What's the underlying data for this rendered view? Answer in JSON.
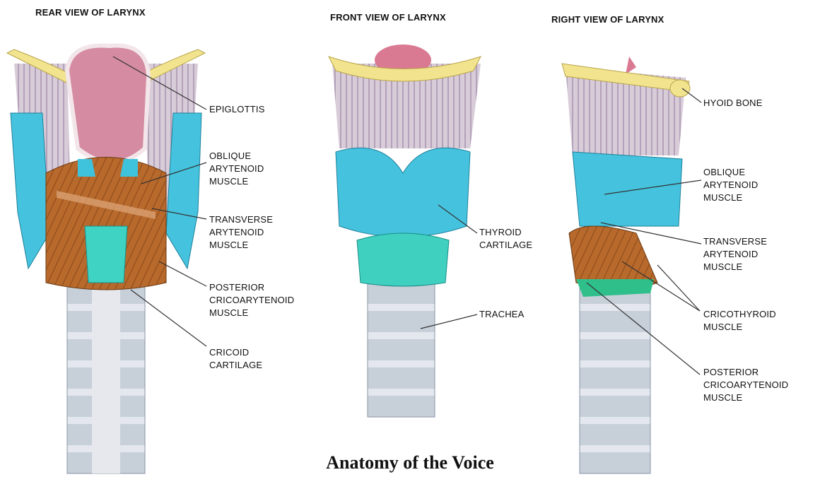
{
  "titles": {
    "rear": "REAR VIEW OF LARYNX",
    "front": "FRONT VIEW OF LARYNX",
    "right": "RIGHT VIEW OF LARYNX"
  },
  "labels": {
    "rear": {
      "epiglottis": [
        "EPIGLOTTIS"
      ],
      "oblique": [
        "OBLIQUE",
        "ARYTENOID",
        "MUSCLE"
      ],
      "transverse": [
        "TRANSVERSE",
        "ARYTENOID",
        "MUSCLE"
      ],
      "posterior": [
        "POSTERIOR",
        "CRICOARYTENOID",
        "MUSCLE"
      ],
      "cricoid": [
        "CRICOID",
        "CARTILAGE"
      ]
    },
    "front": {
      "thyroid": [
        "THYROID",
        "CARTILAGE"
      ],
      "trachea": [
        "TRACHEA"
      ]
    },
    "right": {
      "hyoid": [
        "HYOID BONE"
      ],
      "oblique": [
        "OBLIQUE",
        "ARYTENOID",
        "MUSCLE"
      ],
      "transverse": [
        "TRANSVERSE",
        "ARYTENOID",
        "MUSCLE"
      ],
      "cricothyroid": [
        "CRICOTHYROID",
        "MUSCLE"
      ],
      "posterior": [
        "POSTERIOR",
        "CRICOARYTENOID",
        "MUSCLE"
      ]
    }
  },
  "caption": "Anatomy of the Voice",
  "colors": {
    "hyoid": "#F0E08C",
    "epiglottis": "#D98FA3",
    "cartilage": "#42C6E0",
    "muscle": "#B86A2E",
    "membrane": "#CDB9CF",
    "trachea": "#BFC8D4",
    "green": "#2FBF8A",
    "line": "#333333"
  }
}
